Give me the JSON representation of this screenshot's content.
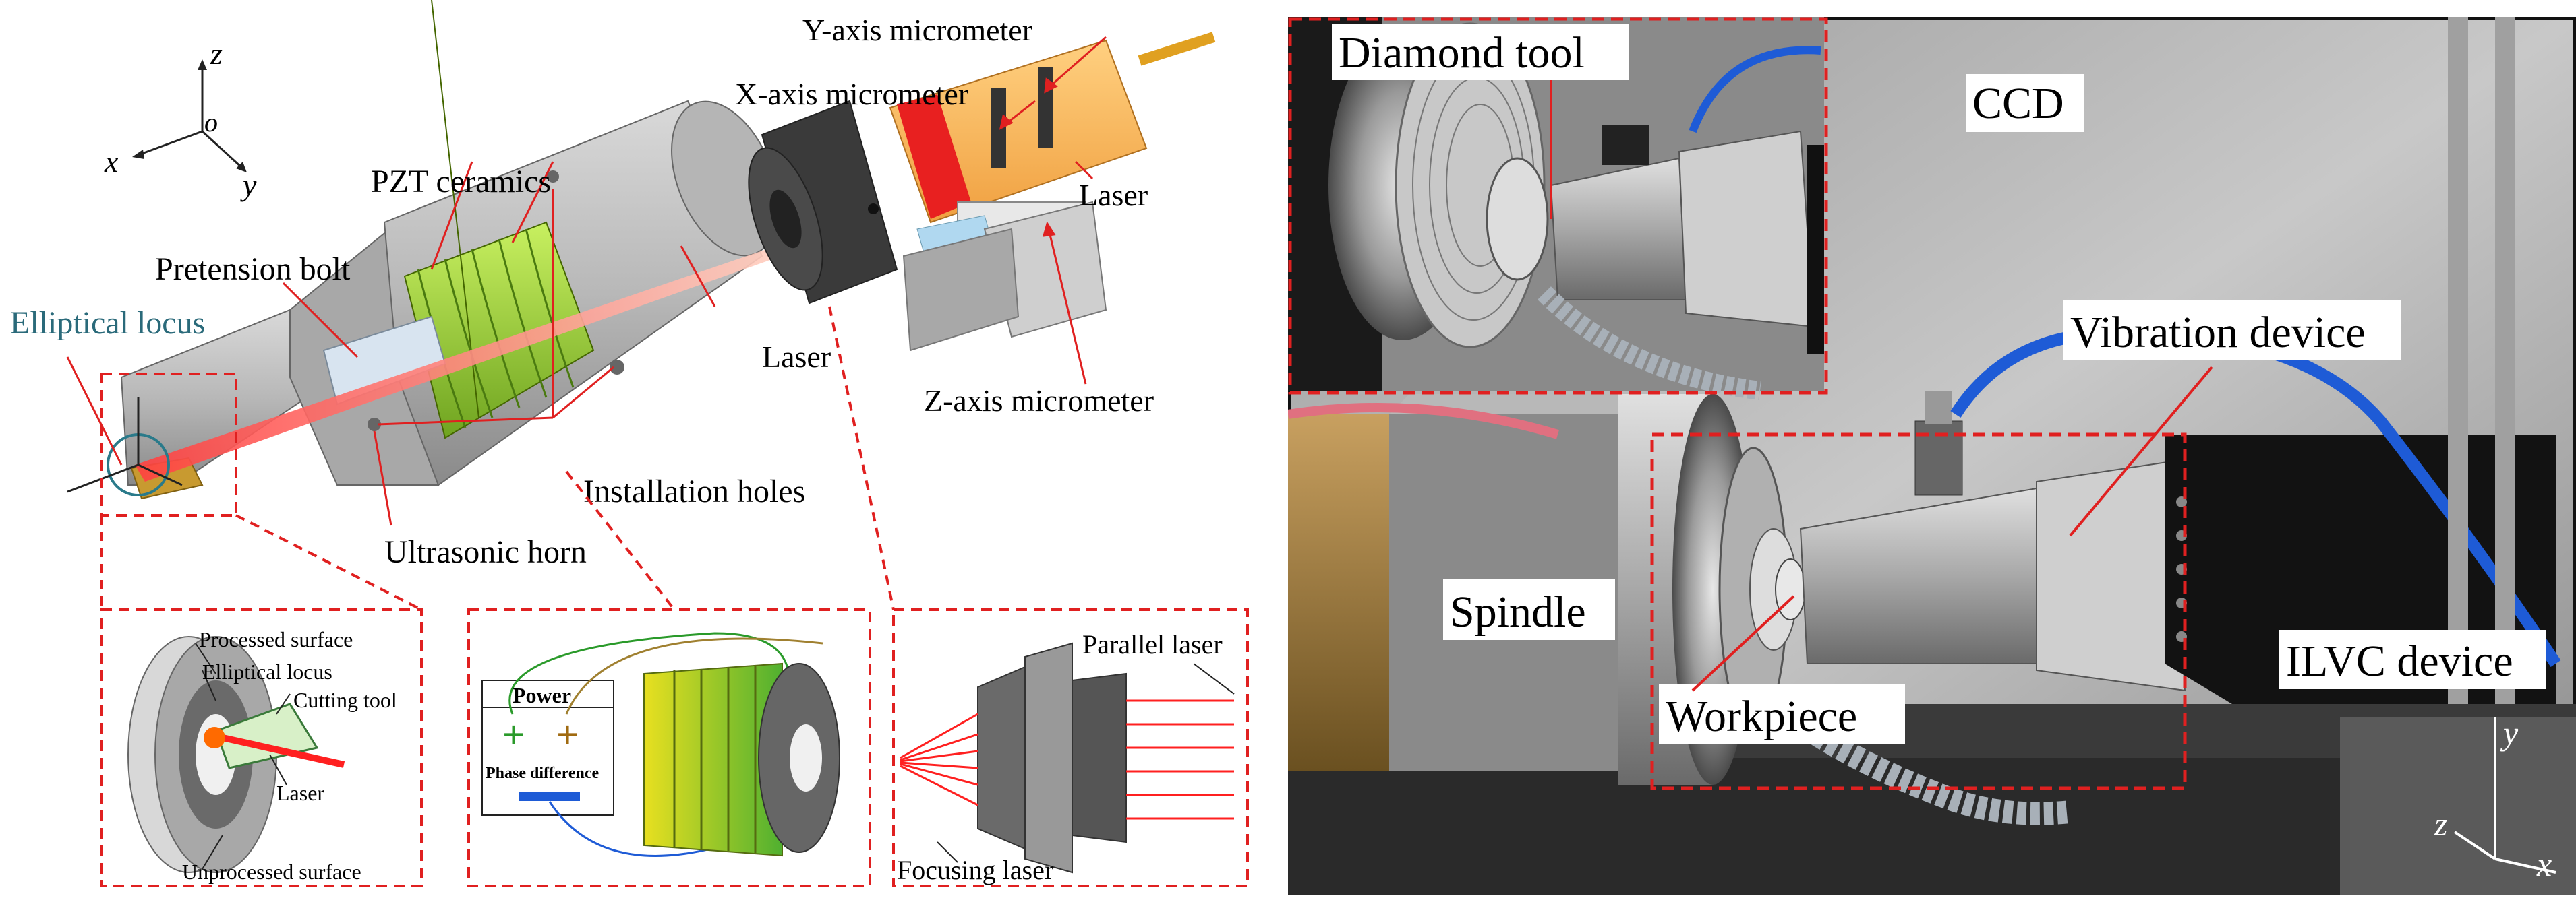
{
  "left": {
    "axes": {
      "z": "z",
      "o": "o",
      "x": "x",
      "y": "y"
    },
    "labels": {
      "y_micrometer": "Y-axis micrometer",
      "x_micrometer": "X-axis micrometer",
      "laser_top": "Laser",
      "pzt": "PZT ceramics",
      "pretension": "Pretension bolt",
      "elliptical": "Elliptical locus",
      "laser_mid": "Laser",
      "z_micrometer": "Z-axis micrometer",
      "installation": "Installation holes",
      "horn": "Ultrasonic horn"
    },
    "inset1": {
      "processed": "Processed surface",
      "elliptical": "Elliptical locus",
      "tool": "Cutting tool",
      "laser": "Laser",
      "unprocessed": "Unprocessed surface"
    },
    "inset2": {
      "power": "Power",
      "plus1": "+",
      "plus2": "+",
      "phase": "Phase difference"
    },
    "inset3": {
      "parallel": "Parallel laser",
      "focusing": "Focusing laser"
    }
  },
  "right": {
    "labels": {
      "diamond": "Diamond tool",
      "ccd": "CCD",
      "vibration": "Vibration device",
      "spindle": "Spindle",
      "ilvc": "ILVC device",
      "workpiece": "Workpiece",
      "axis_y": "y",
      "axis_z": "z",
      "axis_x": "x"
    }
  },
  "colors": {
    "dashed": "#e02020",
    "pzt": "#9acd32",
    "laser": "#ff3030",
    "hose": "#1e5bd6"
  }
}
